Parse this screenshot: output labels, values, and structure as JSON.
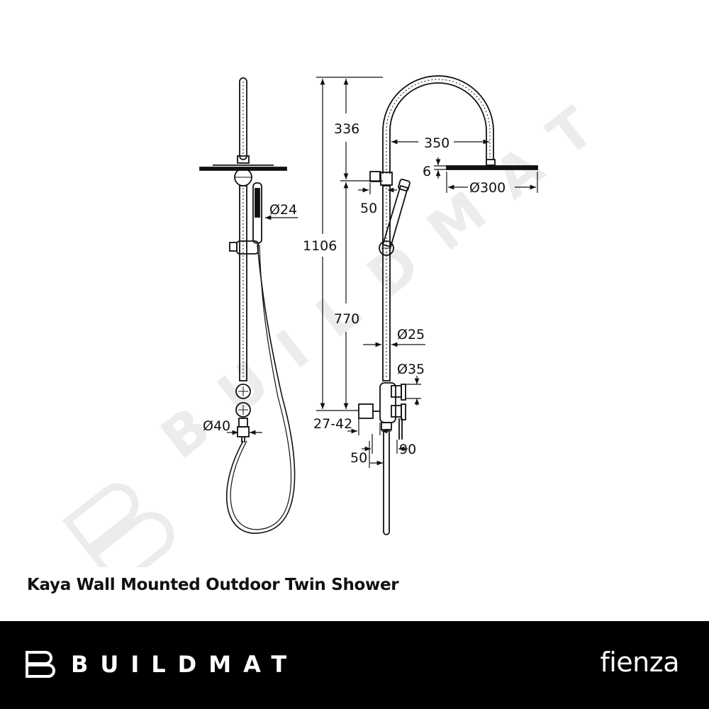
{
  "drawing": {
    "watermark": "BUILDMAT",
    "dimensions": {
      "total_height": "1106",
      "arm_rise": "336",
      "arm_reach": "350",
      "head_thickness": "6",
      "head_diameter": "Ø300",
      "bracket_offset": "50",
      "handpiece_diameter": "Ø24",
      "lower_section": "770",
      "riser_diameter": "Ø25",
      "mixer_body_diameter": "Ø35",
      "outlet_diameter": "Ø40",
      "wall_offset": "27-42",
      "lever_reach": "90",
      "mixer_offset": "50"
    }
  },
  "product": {
    "title": "Kaya Wall Mounted Outdoor Twin Shower"
  },
  "footer": {
    "brand": "BUILDMAT",
    "partner": "fienza"
  },
  "colors": {
    "footer_bg": "#000000",
    "line": "#111111",
    "watermark": "#ececec"
  }
}
